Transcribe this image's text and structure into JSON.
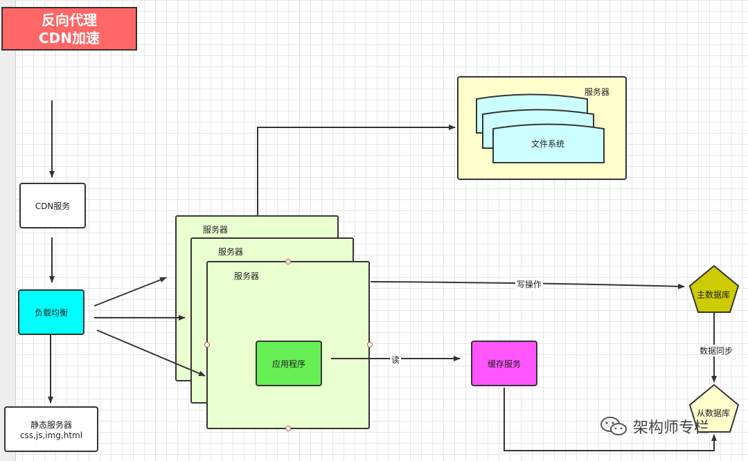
{
  "title": {
    "line1": "反向代理",
    "line2": "CDN加速"
  },
  "nodes": {
    "cdn": "CDN服务",
    "lb": "负载均衡",
    "static_title": "静态服务器",
    "static_sub": "css,js,img,html",
    "server_back": "服务器",
    "server_mid": "服务器",
    "server_front": "服务器",
    "app": "应用程序",
    "file_server": "服务器",
    "fs": "文件系统",
    "cache": "缓存服务",
    "master_db": "主数据库",
    "slave_db": "从数据库"
  },
  "edges": {
    "write": "写操作",
    "read": "读",
    "sync": "数据同步"
  },
  "watermark": "架构师专栏",
  "colors": {
    "title_bg": "#ff6666",
    "lb_bg": "#00ffff",
    "server_bg": "#eaffd0",
    "app_bg": "#66ee55",
    "file_server_bg": "#ffffcc",
    "fs_bg": "#ccffff",
    "cache_bg": "#ff55ff",
    "master_db_bg": "#cccc00",
    "slave_db_bg": "#ffffcc"
  }
}
